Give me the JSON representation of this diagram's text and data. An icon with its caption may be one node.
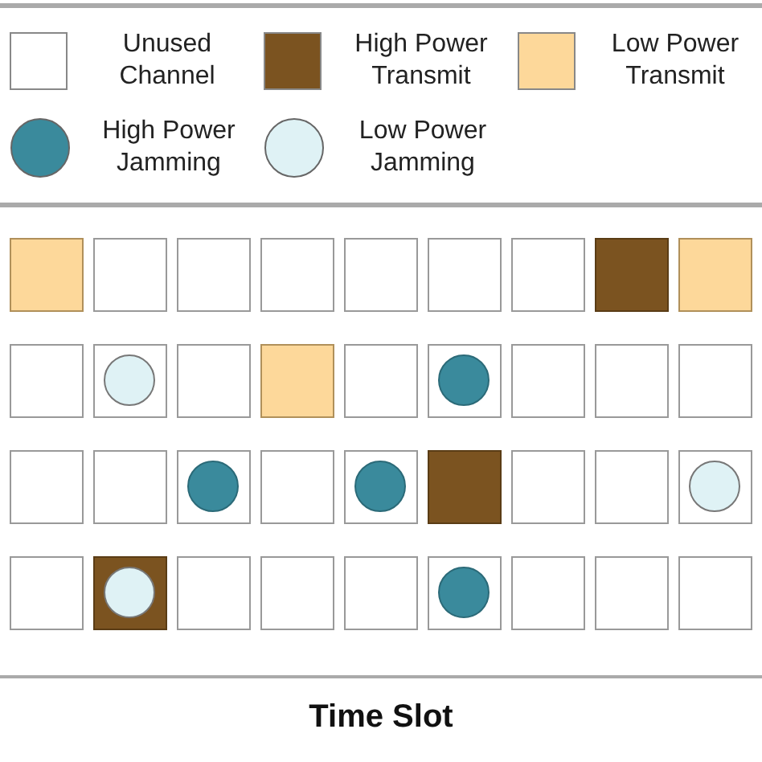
{
  "diagram": {
    "nodes": [
      {
        "text": [],
        "shape": "box"
      },
      {
        "text": [],
        "shape": "box"
      },
      {
        "text": [],
        "shape": "box"
      },
      {
        "text": [],
        "shape": "box"
      },
      {
        "text": [],
        "shape": "box"
      },
      {
        "text": [],
        "shape": "box"
      },
      {
        "text": [],
        "shape": "box"
      },
      {
        "text": [],
        "shape": "box"
      },
      {
        "text": [],
        "shape": "box"
      },
      {
        "text": [],
        "shape": "box"
      },
      {
        "text": [],
        "shape": "box"
      },
      {
        "text": [],
        "shape": "circle",
        "in": 10
      },
      {
        "text": [],
        "shape": "box"
      },
      {
        "text": [],
        "shape": "box"
      },
      {
        "text": [],
        "shape": "box"
      },
      {
        "text": [],
        "shape": "box"
      },
      {
        "text": [],
        "shape": "circle",
        "in": 15
      },
      {
        "text": [],
        "shape": "box"
      },
      {
        "text": [],
        "shape": "box"
      },
      {
        "text": [],
        "shape": "box"
      },
      {
        "text": [],
        "shape": "box"
      },
      {
        "text": [],
        "shape": "box"
      },
      {
        "text": [],
        "shape": "box"
      },
      {
        "text": [],
        "shape": "circle",
        "in": 22
      },
      {
        "text": [],
        "shape": "box"
      },
      {
        "text": [],
        "shape": "box"
      },
      {
        "text": [],
        "shape": "circle",
        "in": 25
      },
      {
        "text": [],
        "shape": "box"
      },
      {
        "text": [],
        "shape": "box"
      },
      {
        "text": [],
        "shape": "box"
      },
      {
        "text": [],
        "shape": "box"
      },
      {
        "text": [],
        "shape": "circle",
        "in": 30
      },
      {
        "text": [],
        "shape": "box"
      },
      {
        "text": [],
        "shape": "box"
      },
      {
        "text": [],
        "shape": "circle",
        "in": 33
      },
      {
        "text": [],
        "shape": "box"
      },
      {
        "text": [],
        "shape": "box"
      },
      {
        "text": [],
        "shape": "box"
      },
      {
        "text": [],
        "shape": "box"
      },
      {
        "text": [],
        "shape": "circle",
        "in": 38
      },
      {
        "text": [],
        "shape": "box"
      },
      {
        "text": [],
        "shape": "box"
      },
      {
        "text": [],
        "shape": "box"
      }
    ],
    "labels": [
      "Time Slot"
    ],
    "legend": [
      {
        "text": "Unused Channel",
        "color": "#ffffff"
      },
      {
        "text": "High Power Transmit",
        "color": "#7b5320"
      },
      {
        "text": "Low Power Transmit",
        "color": "#fdd89a"
      },
      {
        "text": "High Power Jamming",
        "color": "#3a8a9c"
      },
      {
        "text": "Low Power Jamming",
        "color": "#dff2f5"
      }
    ]
  }
}
